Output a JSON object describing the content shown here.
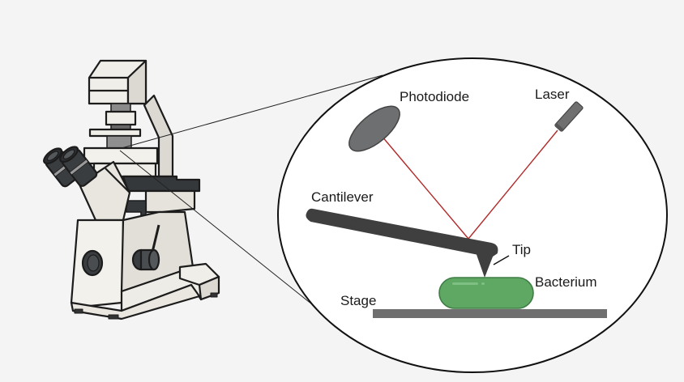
{
  "diagram": {
    "title": "Atomic force microscopy of a bacterium",
    "labels": {
      "photodiode": "Photodiode",
      "laser": "Laser",
      "cantilever": "Cantilever",
      "tip": "Tip",
      "bacterium": "Bacterium",
      "stage": "Stage"
    },
    "colors": {
      "background": "#f4f4f4",
      "inset_fill": "#ffffff",
      "outline": "#111111",
      "laser_beam": "#b22a2a",
      "bacterium": "#5fa864",
      "bacterium_outline": "#3f7d45",
      "cantilever": "#3f3f3f",
      "stage": "#6f6f6f",
      "photodiode": "#6d6f70",
      "laser_body": "#707070",
      "microscope_body": "#f0eee8",
      "microscope_shade": "#d9d6cf",
      "microscope_dark": "#3a3d40"
    }
  }
}
